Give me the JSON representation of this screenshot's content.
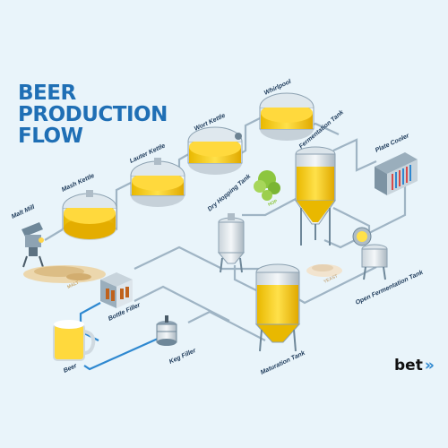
{
  "title": [
    "BEER",
    "PRODUCTION",
    "FLOW"
  ],
  "stages": {
    "malt_mill": "Malt Mill",
    "mash_kettle": "Mash Kettle",
    "lauter_kettle": "Lauter Kettle",
    "wort_kettle": "Wort Kettle",
    "whirlpool": "Whirlpool",
    "fermentation_tank": "Fermentation Tank",
    "plate_cooler": "Plate Cooler",
    "dry_hopping_tank": "Dry Hopping Tank",
    "open_fermentation_tank": "Open Fermentation Tank",
    "maturation_tank": "Maturation Tank",
    "keg_filler": "Keg Filler",
    "bottle_filler": "Bottle Filler",
    "beer": "Beer"
  },
  "ingredients": {
    "malt": "MALT",
    "hop": "HOP",
    "yeast": "YEAST"
  },
  "brand": {
    "name": "bet",
    "arrow": "»"
  },
  "colors": {
    "title": "#1f6fb5",
    "pipe": "#9fb4c4",
    "beer": "#f5c800",
    "background": "#e9f4fa"
  }
}
